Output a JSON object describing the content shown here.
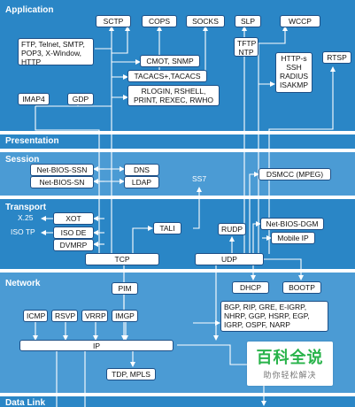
{
  "layers": {
    "application": "Application",
    "presentation": "Presentation",
    "session": "Session",
    "transport": "Transport",
    "network": "Network",
    "data_link": "Data Link"
  },
  "protocols": {
    "sctp": "SCTP",
    "cops": "COPS",
    "socks": "SOCKS",
    "slp": "SLP",
    "wccp": "WCCP",
    "ftp_group": [
      "FTP, Telnet, SMTP,",
      "POP3, X-Window,",
      "HTTP"
    ],
    "tftp_ntp": [
      "TFTP",
      "NTP"
    ],
    "cmot_snmp": "CMOT, SNMP",
    "tacacs": "TACACS+,TACACS",
    "https_group": [
      "HTTP-s",
      "SSH",
      "RADIUS",
      "ISAKMP"
    ],
    "rtsp": "RTSP",
    "imap4": "IMAP4",
    "gdp": "GDP",
    "rlogin_group": [
      "RLOGIN, RSHELL,",
      "PRINT, REXEC, RWHO"
    ],
    "netbios_ssn": "Net-BIOS-SSN",
    "dns": "DNS",
    "netbios_sn": "Net-BIOS-SN",
    "ldap": "LDAP",
    "ss7": "SS7",
    "dsmcc": "DSMCC (MPEG)",
    "x25": "X.25",
    "xot": "XOT",
    "iso_tp": "ISO TP",
    "iso_de": "ISO DE",
    "dvmrp": "DVMRP",
    "tali": "TALI",
    "rudp": "RUDP",
    "netbios_dgm": "Net-BIOS-DGM",
    "mobile_ip": "Mobile IP",
    "tcp": "TCP",
    "udp": "UDP",
    "pim": "PIM",
    "dhcp": "DHCP",
    "bootp": "BOOTP",
    "icmp": "ICMP",
    "rsvp": "RSVP",
    "vrrp": "VRRP",
    "imgp": "IMGP",
    "routing_group": [
      "BGP, RIP, GRE, E-IGRP,",
      "NHRP, GGP, HSRP, EGP,",
      "IGRP, OSPF, NARP"
    ],
    "ip": "IP",
    "tdp_mpls": "TDP, MPLS"
  },
  "watermark": {
    "line1": "百科全说",
    "line2": "助你轻松解决"
  },
  "colors": {
    "band": "#2a86c6",
    "band_light": "#4b9bd4",
    "line": "#ffffff",
    "node_border": "#1d4f86",
    "watermark_green": "#28b34a"
  }
}
